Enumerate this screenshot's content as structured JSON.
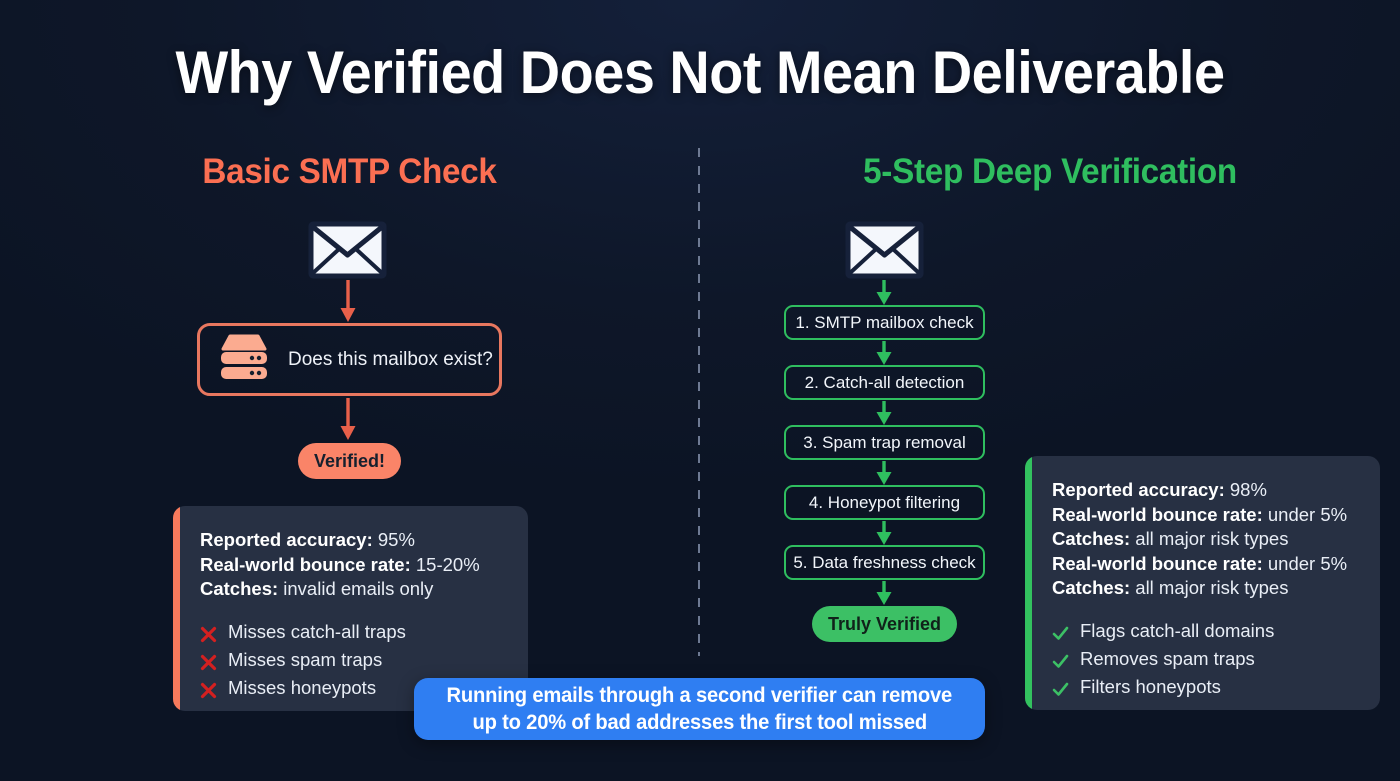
{
  "title": "Why Verified Does Not Mean Deliverable",
  "colors": {
    "background": "#0e1729",
    "coral": "#fb6f52",
    "coral_border": "#e8775f",
    "coral_pill": "#fa8468",
    "green": "#2fbe5f",
    "green_pill": "#3cc065",
    "blue": "#2f7ef2",
    "panel": "#273043",
    "cross_red": "#d42020",
    "divider": "#6e7a93"
  },
  "left": {
    "heading": "Basic SMTP Check",
    "envelope_icon": "envelope-icon",
    "decision": {
      "icon": "server-icon",
      "label": "Does this mailbox exist?"
    },
    "result_pill": "Verified!",
    "panel": {
      "stats": [
        {
          "label": "Reported accuracy:",
          "value": "95%"
        },
        {
          "label": "Real-world bounce rate:",
          "value": "15-20%"
        },
        {
          "label": "Catches:",
          "value": "invalid emails only"
        }
      ],
      "marks": [
        {
          "icon": "cross-icon",
          "text": "Misses catch-all traps"
        },
        {
          "icon": "cross-icon",
          "text": "Misses spam traps"
        },
        {
          "icon": "cross-icon",
          "text": "Misses honeypots"
        }
      ]
    }
  },
  "right": {
    "heading": "5-Step Deep Verification",
    "envelope_icon": "envelope-icon",
    "steps": [
      "1. SMTP mailbox check",
      "2. Catch-all detection",
      "3. Spam trap removal",
      "4. Honeypot filtering",
      "5. Data freshness check"
    ],
    "result_pill": "Truly Verified",
    "panel": {
      "stats": [
        {
          "label": "Reported accuracy:",
          "value": "98%"
        },
        {
          "label": "Real-world bounce rate:",
          "value": "under 5%"
        },
        {
          "label": "Catches:",
          "value": "all major risk types"
        },
        {
          "label": "Real-world bounce rate:",
          "value": "under 5%"
        },
        {
          "label": "Catches:",
          "value": "all major risk types"
        }
      ],
      "marks": [
        {
          "icon": "check-icon",
          "text": "Flags catch-all domains"
        },
        {
          "icon": "check-icon",
          "text": "Removes spam traps"
        },
        {
          "icon": "check-icon",
          "text": "Filters honeypots"
        }
      ]
    }
  },
  "banner": {
    "line1": "Running emails through a second verifier can remove",
    "line2": "up to 20% of bad addresses the first tool missed"
  }
}
